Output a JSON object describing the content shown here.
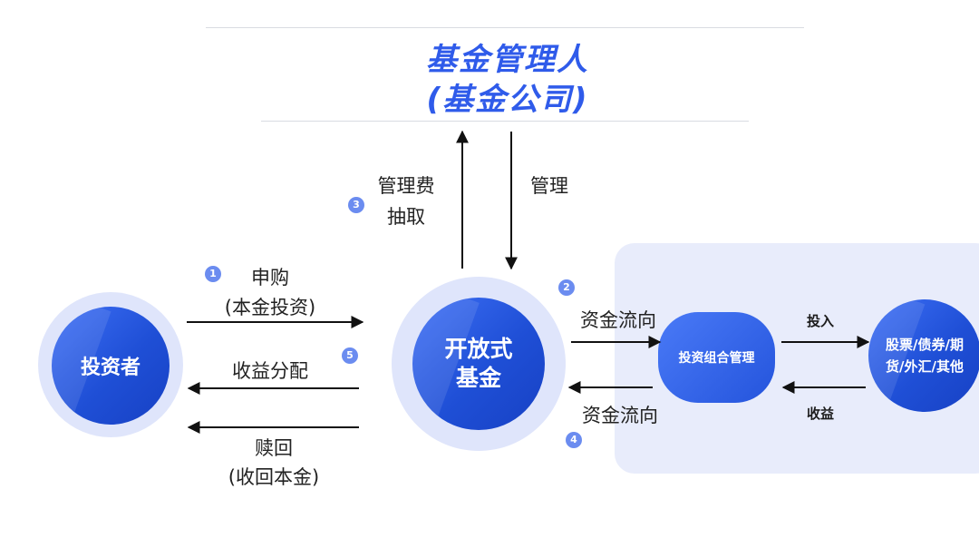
{
  "title": {
    "line1": "基金管理人",
    "line2": "(基金公司)"
  },
  "nodes": {
    "investor": "投资者",
    "fund_line1": "开放式",
    "fund_line2": "基金",
    "portfolio": "投资组合管理",
    "assets_line1": "股票/债券/期",
    "assets_line2": "货/外汇/其他"
  },
  "flows": {
    "subscribe": {
      "badge": "1",
      "line1": "申购",
      "line2": "(本金投资)"
    },
    "fund_out": {
      "badge": "2",
      "text": "资金流向"
    },
    "fee": {
      "badge": "3",
      "line1": "管理费",
      "line2": "抽取"
    },
    "fund_in": {
      "badge": "4",
      "text": "资金流向"
    },
    "distribution": {
      "badge": "5",
      "text": "收益分配"
    },
    "manage": {
      "text": "管理"
    },
    "redeem": {
      "line1": "赎回",
      "line2": "(收回本金)"
    },
    "invest": {
      "text": "投入"
    },
    "income": {
      "text": "收益"
    }
  },
  "colors": {
    "accent": "#2F5BEA",
    "node": "#1f4fd6",
    "halo": "#dfe5fb",
    "panel": "#e8ecfb",
    "badge": "#6b8cf0"
  }
}
